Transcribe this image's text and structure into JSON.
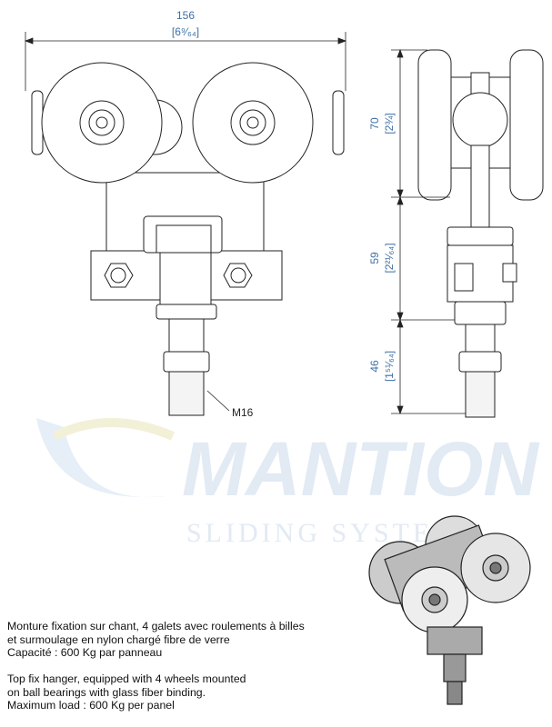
{
  "dimensions": {
    "width": {
      "mm": "156",
      "inch": "[6⁹⁄₆₄]"
    },
    "wheel_height": {
      "mm": "70",
      "inch": "[2¾]"
    },
    "body_height": {
      "mm": "59",
      "inch": "[2²¹⁄₆₄]"
    },
    "stem_height": {
      "mm": "46",
      "inch": "[1⁵¹⁄₆₄]"
    },
    "thread": "M16"
  },
  "watermark": {
    "brand": "MANTION",
    "tagline": "SLIDING SYSTEMS"
  },
  "description_fr": [
    "Monture fixation sur chant, 4 galets avec roulements à billes",
    "et surmoulage en nylon chargé fibre de verre",
    "Capacité : 600 Kg par panneau"
  ],
  "description_en": [
    "Top fix hanger, equipped with 4 wheels mounted",
    "on ball bearings with glass fiber binding.",
    "Maximum load : 600 Kg per panel"
  ],
  "colors": {
    "dimension": "#3f6fa6",
    "watermark": "#dfe8f3"
  }
}
